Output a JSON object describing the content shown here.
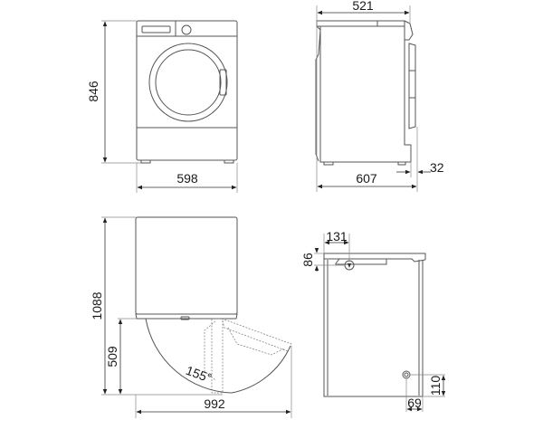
{
  "diagram": {
    "subject": "Washing machine dimensional drawing",
    "views": [
      {
        "name": "front-view",
        "dimensions": {
          "height": "846",
          "width": "598"
        }
      },
      {
        "name": "side-view",
        "dimensions": {
          "top_depth": "521",
          "total_depth": "607",
          "door_protrusion": "32"
        }
      },
      {
        "name": "top-view-door-open",
        "dimensions": {
          "total_depth_door_open": "1088",
          "door_swing_depth": "509",
          "width_door_open": "992",
          "door_angle": "155°"
        }
      },
      {
        "name": "rear-view",
        "dimensions": {
          "inlet_horizontal": "131",
          "inlet_vertical": "86",
          "drain_horizontal": "69",
          "drain_vertical": "110"
        }
      }
    ]
  },
  "labels": {
    "h846": "846",
    "w598": "598",
    "d521": "521",
    "d607": "607",
    "d32": "32",
    "d1088": "1088",
    "d509": "509",
    "w992": "992",
    "a155": "155°",
    "r131": "131",
    "r86": "86",
    "r69": "69",
    "r110": "110"
  },
  "colors": {
    "line": "#555555",
    "text": "#1a1a1a",
    "background": "#ffffff"
  }
}
